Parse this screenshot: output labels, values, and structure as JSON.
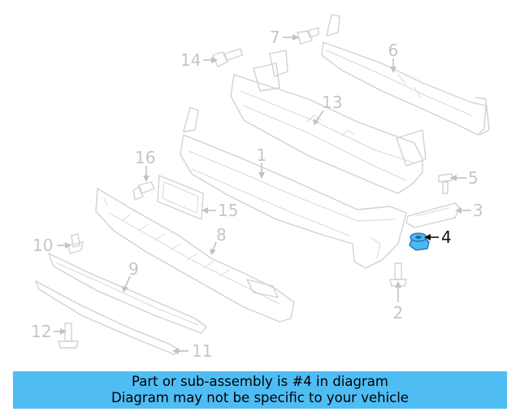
{
  "callouts": [
    {
      "id": "1",
      "label": "1",
      "highlighted": false
    },
    {
      "id": "2",
      "label": "2",
      "highlighted": false
    },
    {
      "id": "3",
      "label": "3",
      "highlighted": false
    },
    {
      "id": "4",
      "label": "4",
      "highlighted": true
    },
    {
      "id": "5",
      "label": "5",
      "highlighted": false
    },
    {
      "id": "6",
      "label": "6",
      "highlighted": false
    },
    {
      "id": "7",
      "label": "7",
      "highlighted": false
    },
    {
      "id": "8",
      "label": "8",
      "highlighted": false
    },
    {
      "id": "9",
      "label": "9",
      "highlighted": false
    },
    {
      "id": "10",
      "label": "10",
      "highlighted": false
    },
    {
      "id": "11",
      "label": "11",
      "highlighted": false
    },
    {
      "id": "12",
      "label": "12",
      "highlighted": false
    },
    {
      "id": "13",
      "label": "13",
      "highlighted": false
    },
    {
      "id": "14",
      "label": "14",
      "highlighted": false
    },
    {
      "id": "15",
      "label": "15",
      "highlighted": false
    },
    {
      "id": "16",
      "label": "16",
      "highlighted": false
    }
  ],
  "banner": {
    "line1": "Part or sub-assembly is #4 in diagram",
    "line2": "Diagram may not be specific to your vehicle"
  },
  "colors": {
    "banner_bg": "#4fbdf4",
    "highlight_fill": "#4cb8f0",
    "line_art": "#cfd2d4",
    "label_gray": "#c3c6c9"
  }
}
